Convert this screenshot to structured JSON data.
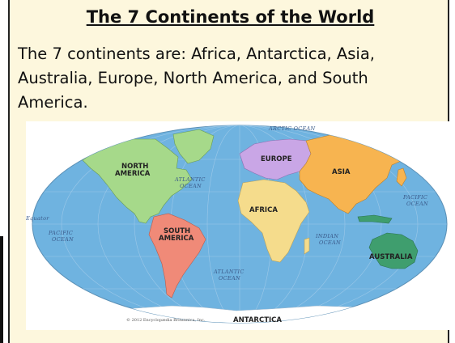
{
  "title": "The 7 Continents of the World",
  "intro": "The 7 continents are: Africa, Antarctica, Asia, Australia, Europe, North America, and South America.",
  "map": {
    "continents": {
      "north_america": [
        "NORTH",
        "AMERICA"
      ],
      "south_america": [
        "SOUTH",
        "AMERICA"
      ],
      "europe": "EUROPE",
      "asia": "ASIA",
      "africa": "AFRICA",
      "australia": "AUSTRALIA",
      "antarctica": "ANTARCTICA"
    },
    "oceans": {
      "arctic": "ARCTIC OCEAN",
      "atlantic_north": [
        "ATLANTIC",
        "OCEAN"
      ],
      "atlantic_south": [
        "ATLANTIC",
        "OCEAN"
      ],
      "pacific_west": [
        "PACIFIC",
        "OCEAN"
      ],
      "pacific_east": [
        "PACIFIC",
        "OCEAN"
      ],
      "indian": [
        "INDIAN",
        "OCEAN"
      ]
    },
    "equator": "Equator",
    "copyright": "© 2012 Encyclopædia Britannica, Inc.",
    "colors": {
      "ocean": "#6fb3e0",
      "north_america": "#a6d98a",
      "south_america": "#f08a78",
      "europe": "#c9a6e6",
      "asia": "#f7b450",
      "africa": "#f5dc8c",
      "australia": "#3f9e6e",
      "antarctica": "#ffffff"
    }
  }
}
